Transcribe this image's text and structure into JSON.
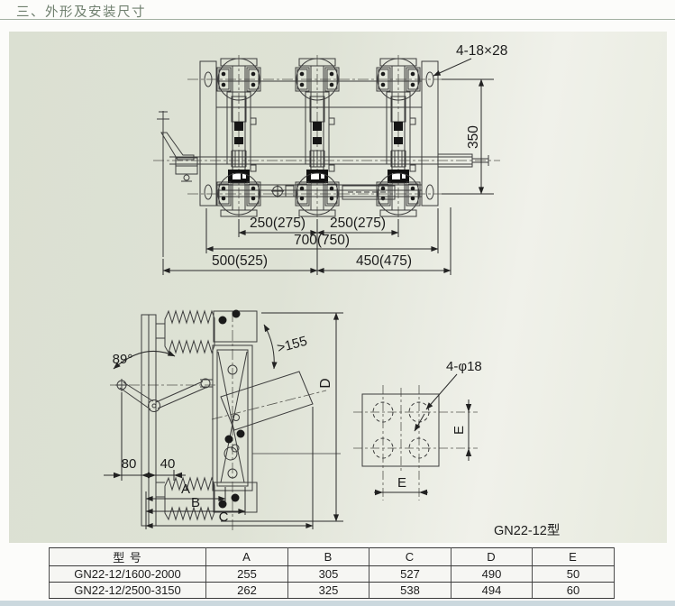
{
  "page": {
    "title": "三、外形及安装尺寸",
    "model_label": "GN22-12型"
  },
  "colors": {
    "panel_bg": "#dde2d4",
    "title_text": "#6f7f6e",
    "footer_band": "#cbd8de",
    "line": "#3c3c3c"
  },
  "top_view": {
    "slot_label": "4-18×28",
    "dim_depth": "350",
    "dim_pole_left": "250(275)",
    "dim_pole_right": "250(275)",
    "dim_span": "700(750)",
    "dim_left_total": "500(525)",
    "dim_right_total": "450(475)"
  },
  "side_view": {
    "angle_label": "89°",
    "clearance_label": ">155",
    "dim_d": "D",
    "dim_80": "80",
    "dim_40": "40",
    "dim_a": "A",
    "dim_b": "B",
    "dim_c": "C"
  },
  "plate_view": {
    "holes_label": "4-φ18",
    "dim_e_vertical": "E",
    "dim_e_horizontal": "E"
  },
  "table": {
    "headers": [
      "型 号",
      "A",
      "B",
      "C",
      "D",
      "E"
    ],
    "rows": [
      [
        "GN22-12/1600-2000",
        "255",
        "305",
        "527",
        "490",
        "50"
      ],
      [
        "GN22-12/2500-3150",
        "262",
        "325",
        "538",
        "494",
        "60"
      ]
    ]
  }
}
